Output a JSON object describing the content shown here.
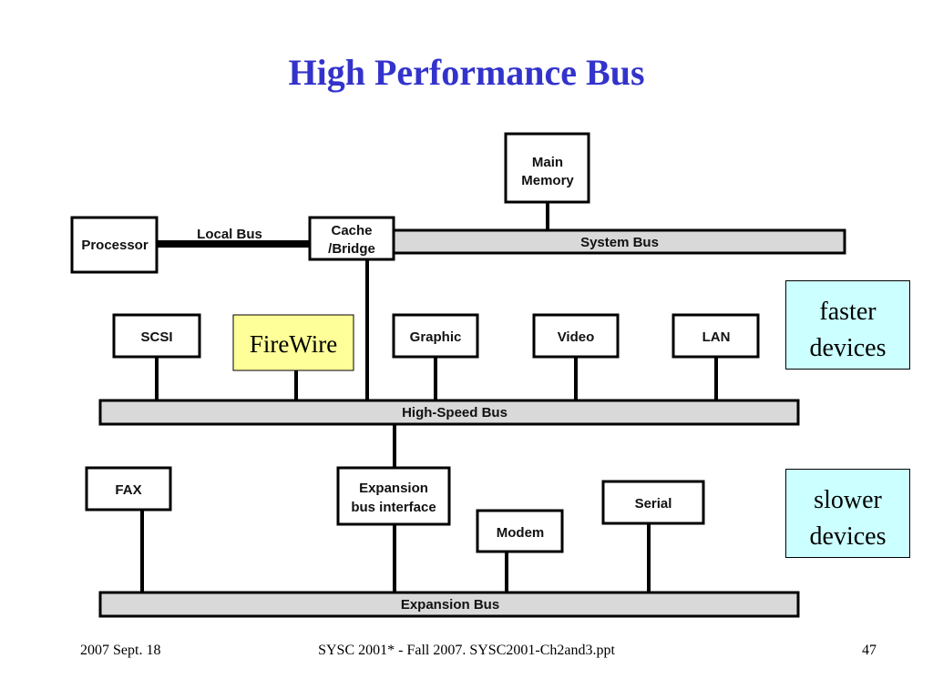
{
  "slide": {
    "title": "High Performance Bus",
    "title_color": "#3333cc"
  },
  "diagram": {
    "nodes": {
      "processor": "Processor",
      "cache_bridge": [
        "Cache",
        "/Bridge"
      ],
      "main_memory": [
        "Main",
        "Memory"
      ],
      "scsi": "SCSI",
      "firewire": "FireWire",
      "graphic": "Graphic",
      "video": "Video",
      "lan": "LAN",
      "fax": "FAX",
      "expansion_bus_interface": [
        "Expansion",
        "bus interface"
      ],
      "modem": "Modem",
      "serial": "Serial"
    },
    "buses": {
      "local_bus": "Local Bus",
      "system_bus": "System Bus",
      "high_speed_bus": "High-Speed Bus",
      "expansion_bus": "Expansion Bus"
    },
    "highlight_color": "#ffff99",
    "bus_color": "#d9d9d9"
  },
  "callouts": {
    "faster": [
      "faster",
      "devices"
    ],
    "slower": [
      "slower",
      "devices"
    ],
    "color": "#ccffff"
  },
  "footer": {
    "date": "2007 Sept. 18",
    "course": "SYSC 2001* - Fall 2007. SYSC2001-Ch2and3.ppt",
    "page_number": "47"
  }
}
